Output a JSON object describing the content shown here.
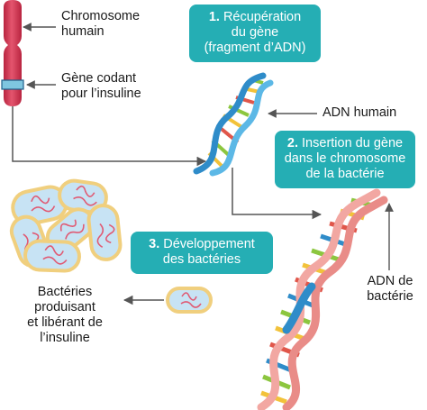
{
  "labels": {
    "chromosome": [
      "Chromosome",
      "humain"
    ],
    "gene": [
      "Gène codant",
      "pour l’insuline"
    ],
    "adn_humain": "ADN humain",
    "adn_bacterie": [
      "ADN de",
      "bactérie"
    ],
    "bacteries": [
      "Bactéries",
      "produisant",
      "et libérant de",
      "l’insuline"
    ]
  },
  "steps": {
    "step1": {
      "number": "1.",
      "lines": [
        "Récupération",
        "du gène",
        "(fragment d’ADN)"
      ]
    },
    "step2": {
      "number": "2.",
      "lines": [
        "Insertion du gène",
        "dans le chromosome",
        "de la bactérie"
      ]
    },
    "step3": {
      "number": "3.",
      "lines": [
        "Développement",
        "des bactéries"
      ]
    }
  },
  "colors": {
    "step_box": "#25aeb4",
    "chromosome": "#d93a55",
    "gene_band": "#7fc6e0",
    "human_dna_strand": "#2f8cc9",
    "bacterial_dna_strand": "#f2a7a2",
    "bacterium_fill": "#c7e3f4",
    "bacterium_border": "#f0cf7e",
    "plasmid": "#e05a73",
    "arrow": "#555555"
  },
  "icons": [
    "chromosome-icon",
    "dna-helix-icon",
    "bacterium-icon",
    "arrow-icon"
  ]
}
